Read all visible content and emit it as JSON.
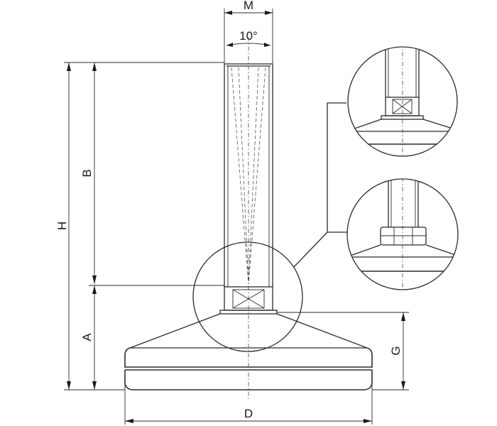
{
  "labels": {
    "M": "M",
    "angle": "10°",
    "H": "H",
    "B": "B",
    "A": "A",
    "G": "G",
    "D": "D"
  }
}
